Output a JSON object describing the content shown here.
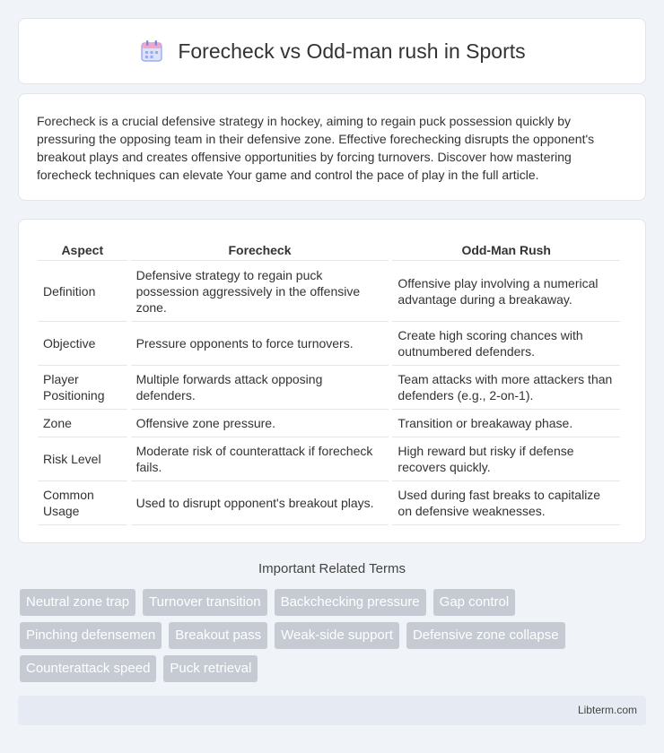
{
  "header": {
    "title": "Forecheck vs Odd-man rush in Sports",
    "icon": "calendar-icon"
  },
  "intro": {
    "text": "Forecheck is a crucial defensive strategy in hockey, aiming to regain puck possession quickly by pressuring the opposing team in their defensive zone. Effective forechecking disrupts the opponent's breakout plays and creates offensive opportunities by forcing turnovers. Discover how mastering forecheck techniques can elevate Your game and control the pace of play in the full article."
  },
  "table": {
    "headers": [
      "Aspect",
      "Forecheck",
      "Odd-Man Rush"
    ],
    "rows": [
      [
        "Definition",
        "Defensive strategy to regain puck possession aggressively in the offensive zone.",
        "Offensive play involving a numerical advantage during a breakaway."
      ],
      [
        "Objective",
        "Pressure opponents to force turnovers.",
        "Create high scoring chances with outnumbered defenders."
      ],
      [
        "Player Positioning",
        "Multiple forwards attack opposing defenders.",
        "Team attacks with more attackers than defenders (e.g., 2-on-1)."
      ],
      [
        "Zone",
        "Offensive zone pressure.",
        "Transition or breakaway phase."
      ],
      [
        "Risk Level",
        "Moderate risk of counterattack if forecheck fails.",
        "High reward but risky if defense recovers quickly."
      ],
      [
        "Common Usage",
        "Used to disrupt opponent's breakout plays.",
        "Used during fast breaks to capitalize on defensive weaknesses."
      ]
    ]
  },
  "related": {
    "heading": "Important Related Terms",
    "tags": [
      "Neutral zone trap",
      "Turnover transition",
      "Backchecking pressure",
      "Gap control",
      "Pinching defensemen",
      "Breakout pass",
      "Weak-side support",
      "Defensive zone collapse",
      "Counterattack speed",
      "Puck retrieval"
    ]
  },
  "footer": {
    "site": "Libterm.com"
  },
  "colors": {
    "background": "#f0f3f8",
    "tag_bg": "#c5cad3",
    "footer_bg": "#e6ebf3"
  }
}
